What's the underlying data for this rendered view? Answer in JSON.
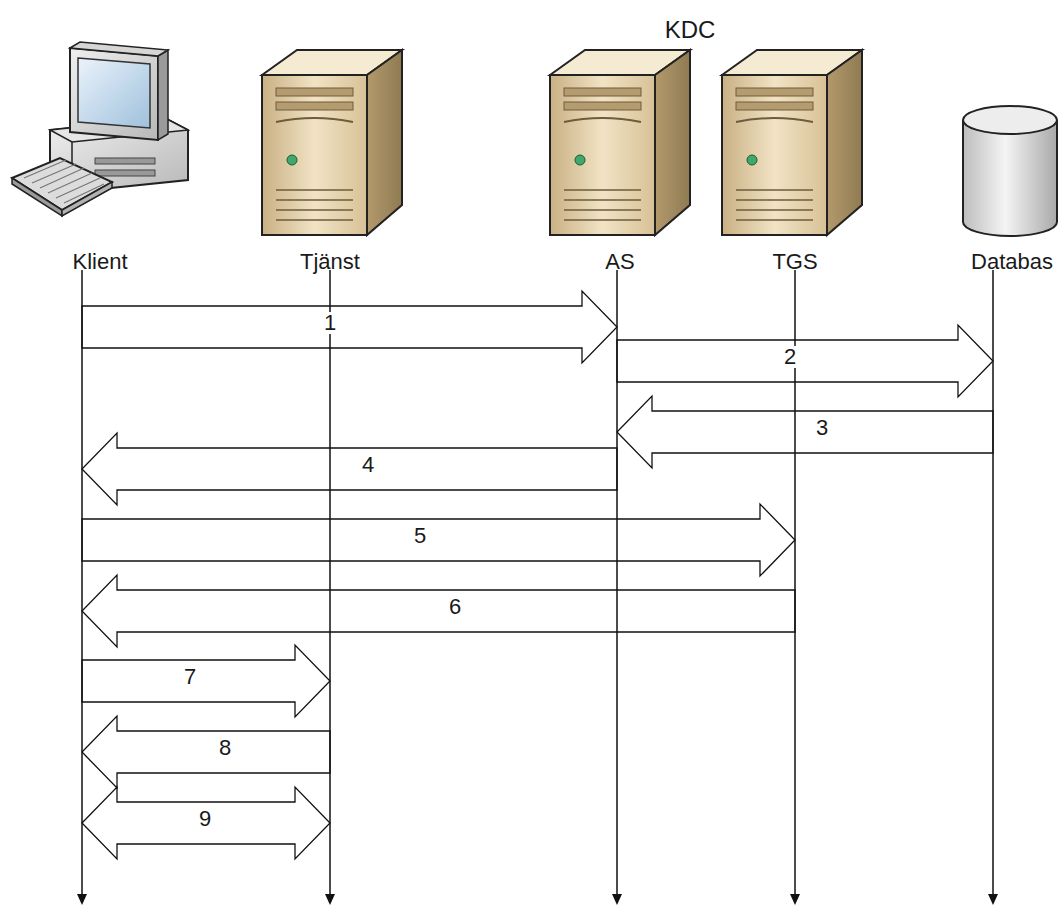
{
  "diagram": {
    "nodes": [
      {
        "text": [
          "Klient"
        ]
      },
      {
        "text": [
          "Tjänst"
        ]
      },
      {
        "text": [
          "AS"
        ]
      },
      {
        "text": [
          "TGS"
        ]
      },
      {
        "text": [
          "Databas"
        ]
      }
    ],
    "edges": [
      {
        "from": 0,
        "to": 2,
        "label": "1",
        "arrow": "to"
      },
      {
        "from": 2,
        "to": 4,
        "label": "2",
        "arrow": "to"
      },
      {
        "from": 4,
        "to": 2,
        "label": "3",
        "arrow": "to"
      },
      {
        "from": 2,
        "to": 0,
        "label": "4",
        "arrow": "to"
      },
      {
        "from": 0,
        "to": 3,
        "label": "5",
        "arrow": "to"
      },
      {
        "from": 3,
        "to": 0,
        "label": "6",
        "arrow": "to"
      },
      {
        "from": 0,
        "to": 1,
        "label": "7",
        "arrow": "to"
      },
      {
        "from": 1,
        "to": 0,
        "label": "8",
        "arrow": "to"
      },
      {
        "from": 0,
        "to": 1,
        "label": "9",
        "arrow": "both"
      }
    ],
    "labels": [
      "KDC"
    ]
  }
}
